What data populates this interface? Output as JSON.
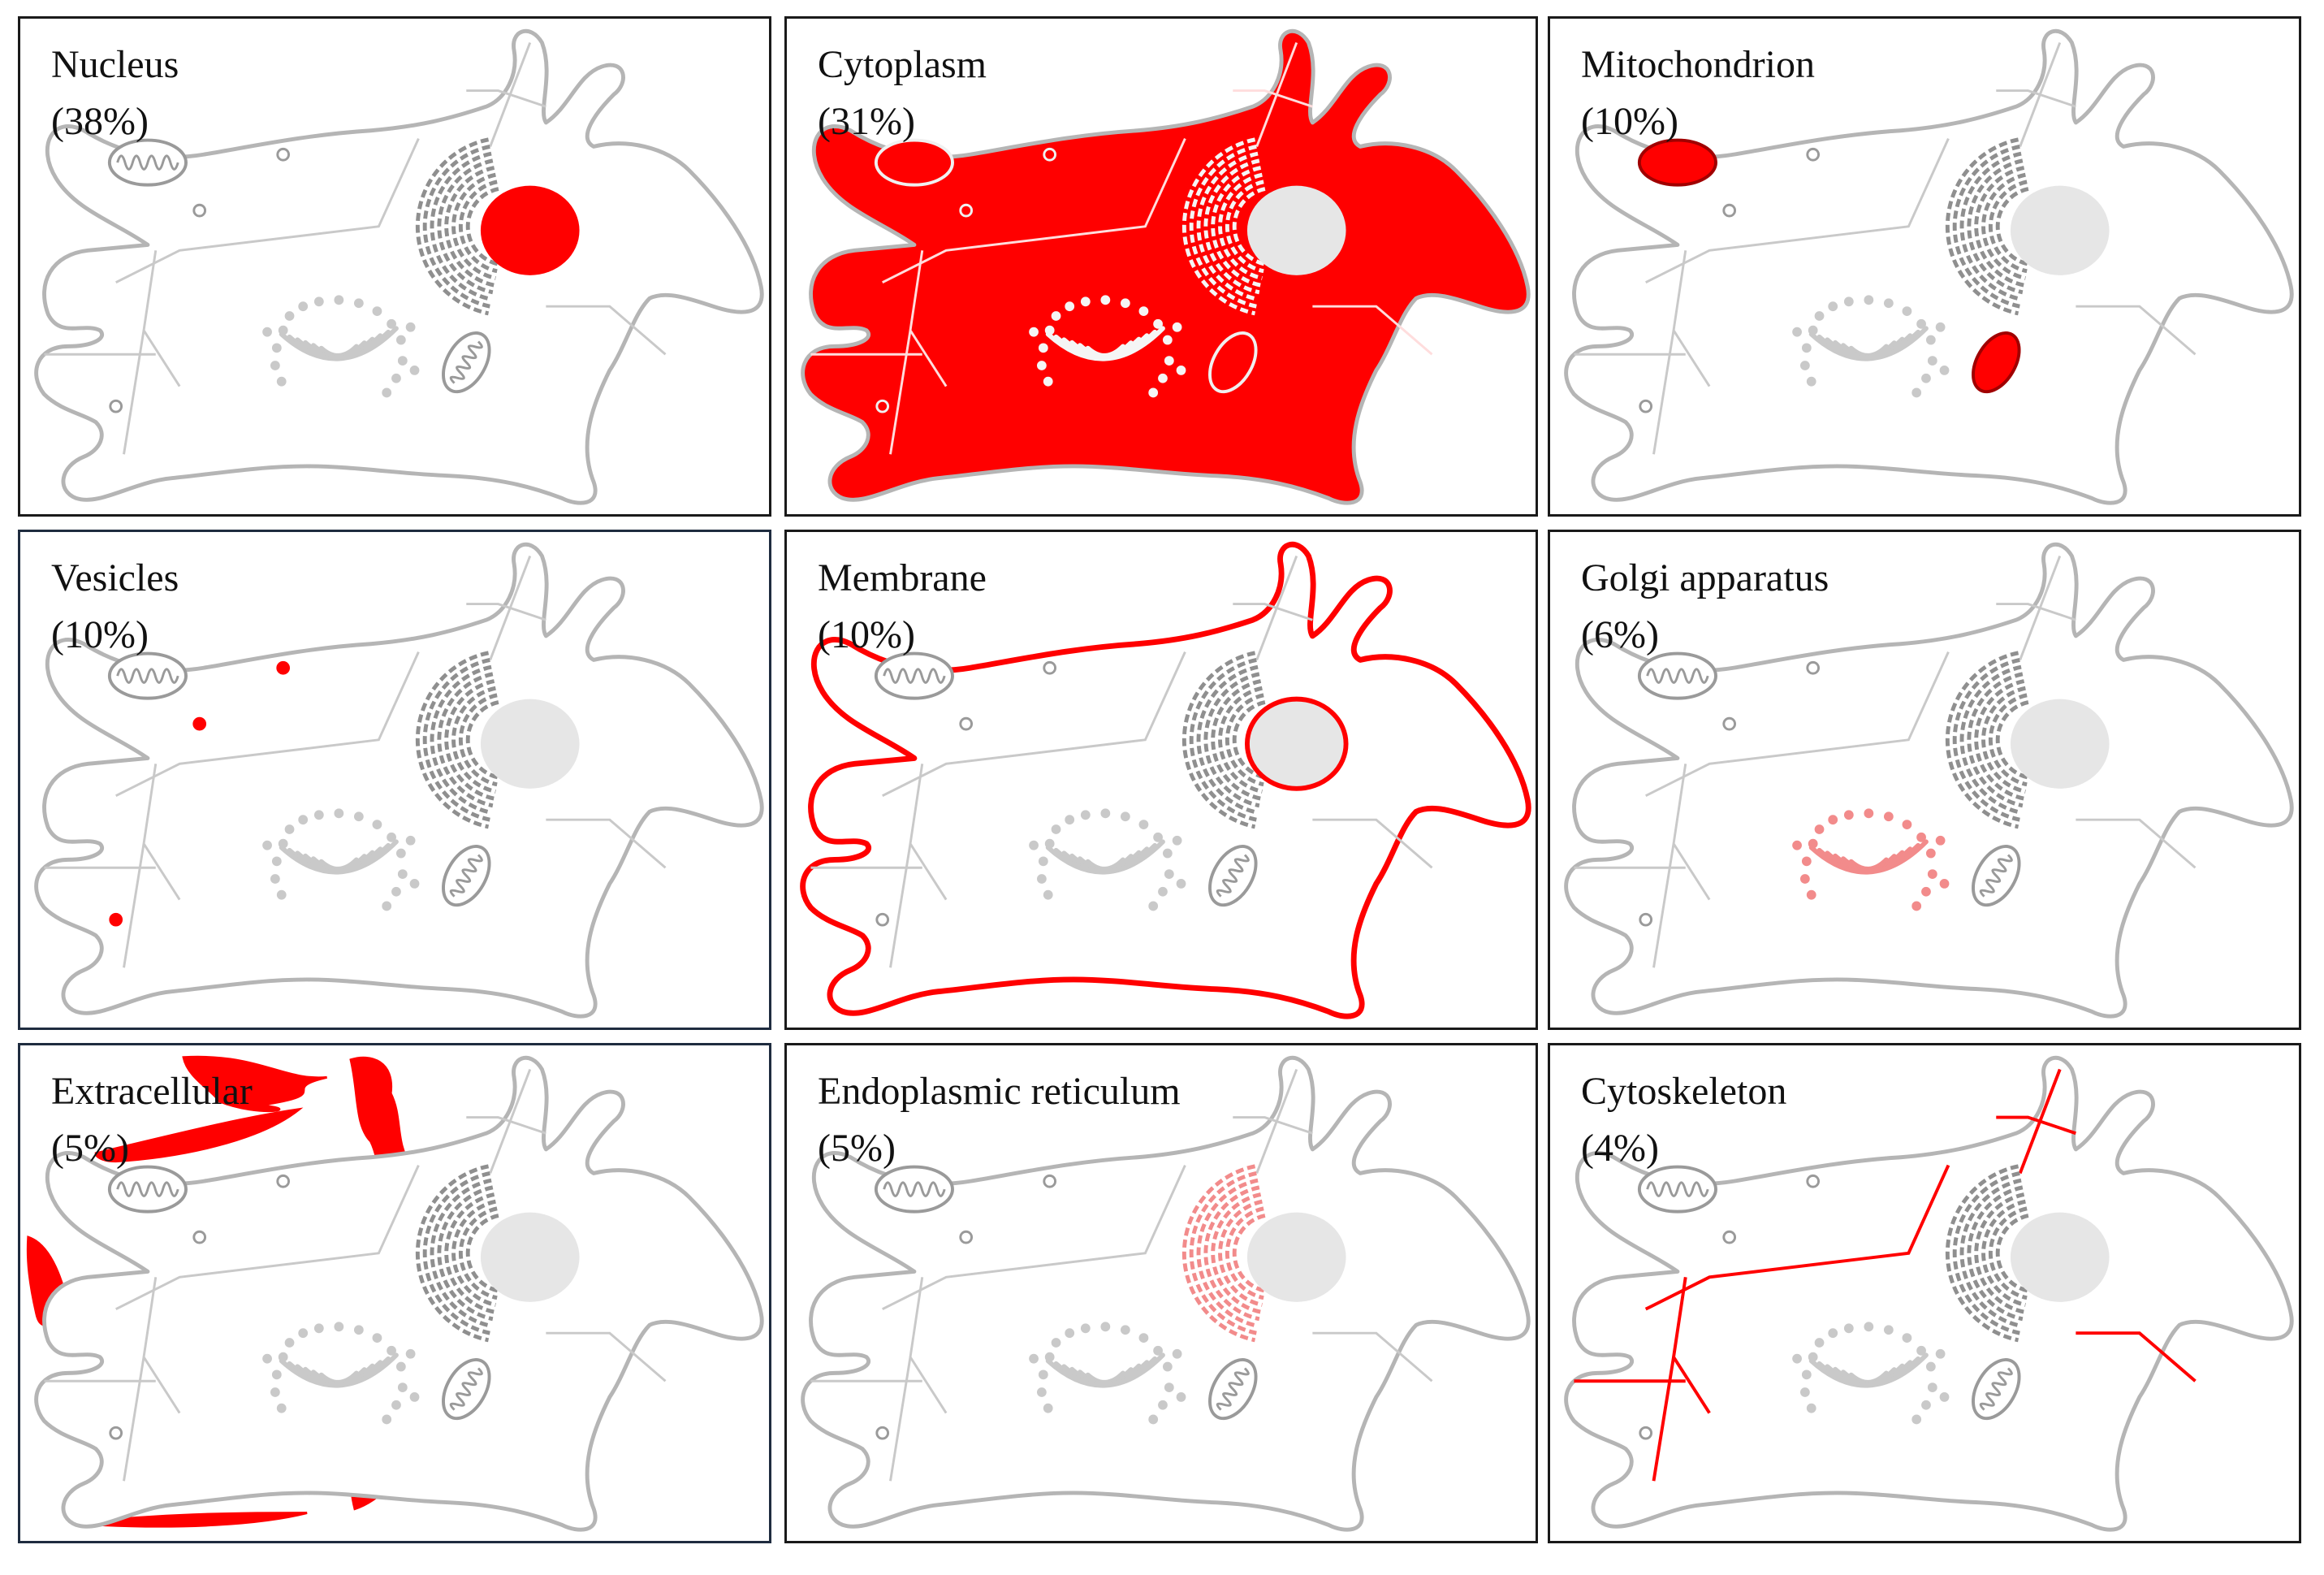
{
  "colors": {
    "highlight": "#ff0000",
    "highlight_light": "#f28b8b",
    "outline_gray": "#b5b5b5",
    "organelle_gray": "#c9c9c9",
    "nucleus_gray": "#e6e6e6",
    "border": "#1a1a1a"
  },
  "panels": [
    {
      "title": "Nucleus",
      "percent": "(38%)",
      "highlight": "nucleus"
    },
    {
      "title": "Cytoplasm",
      "percent": "(31%)",
      "highlight": "cytoplasm"
    },
    {
      "title": "Mitochondrion",
      "percent": "(10%)",
      "highlight": "mitochondrion"
    },
    {
      "title": "Vesicles",
      "percent": "(10%)",
      "highlight": "vesicles"
    },
    {
      "title": "Membrane",
      "percent": "(10%)",
      "highlight": "membrane"
    },
    {
      "title": "Golgi apparatus",
      "percent": "(6%)",
      "highlight": "golgi"
    },
    {
      "title": "Extracellular",
      "percent": "(5%)",
      "highlight": "extracellular"
    },
    {
      "title": "Endoplasmic reticulum",
      "percent": "(5%)",
      "highlight": "er"
    },
    {
      "title": "Cytoskeleton",
      "percent": "(4%)",
      "highlight": "cytoskeleton"
    }
  ]
}
